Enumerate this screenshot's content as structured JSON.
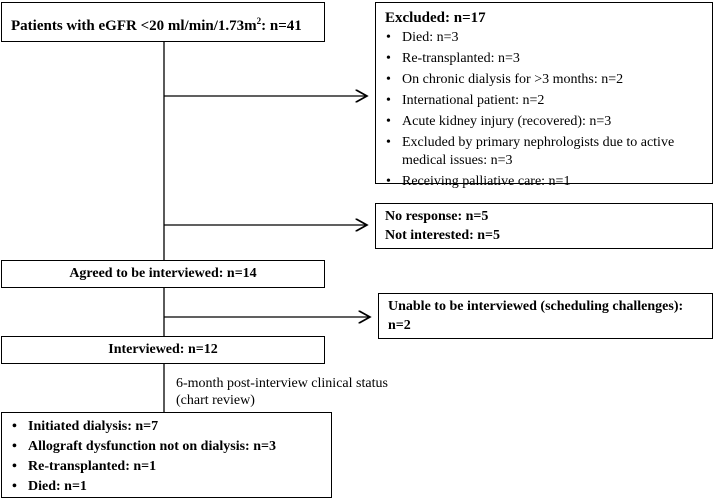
{
  "box_patients": {
    "text": "Patients with eGFR <20 ml/min/1.73m",
    "sup": "2",
    "tail": ": n=41"
  },
  "box_excluded": {
    "title": "Excluded: n=17",
    "items": [
      "Died: n=3",
      "Re-transplanted: n=3",
      "On chronic dialysis for >3 months: n=2",
      "International patient: n=2",
      "Acute kidney injury (recovered): n=3",
      "Excluded by primary nephrologists due to active",
      "medical issues: n=3",
      "Receiving palliative care: n=1"
    ]
  },
  "box_noresponse": {
    "line1": "No response: n=5",
    "line2": "Not interested: n=5"
  },
  "box_agreed": {
    "text": "Agreed to be interviewed: n=14"
  },
  "box_unable": {
    "line1": "Unable to be interviewed (scheduling challenges):",
    "line2": "n=2"
  },
  "box_interviewed": {
    "text": "Interviewed: n=12"
  },
  "followup_note": {
    "line1": "6-month post-interview clinical status",
    "line2": "(chart review)"
  },
  "box_outcomes": {
    "items": [
      "Initiated dialysis: n=7",
      "Allograft dysfunction not on dialysis: n=3",
      "Re-transplanted: n=1",
      "Died: n=1"
    ]
  }
}
